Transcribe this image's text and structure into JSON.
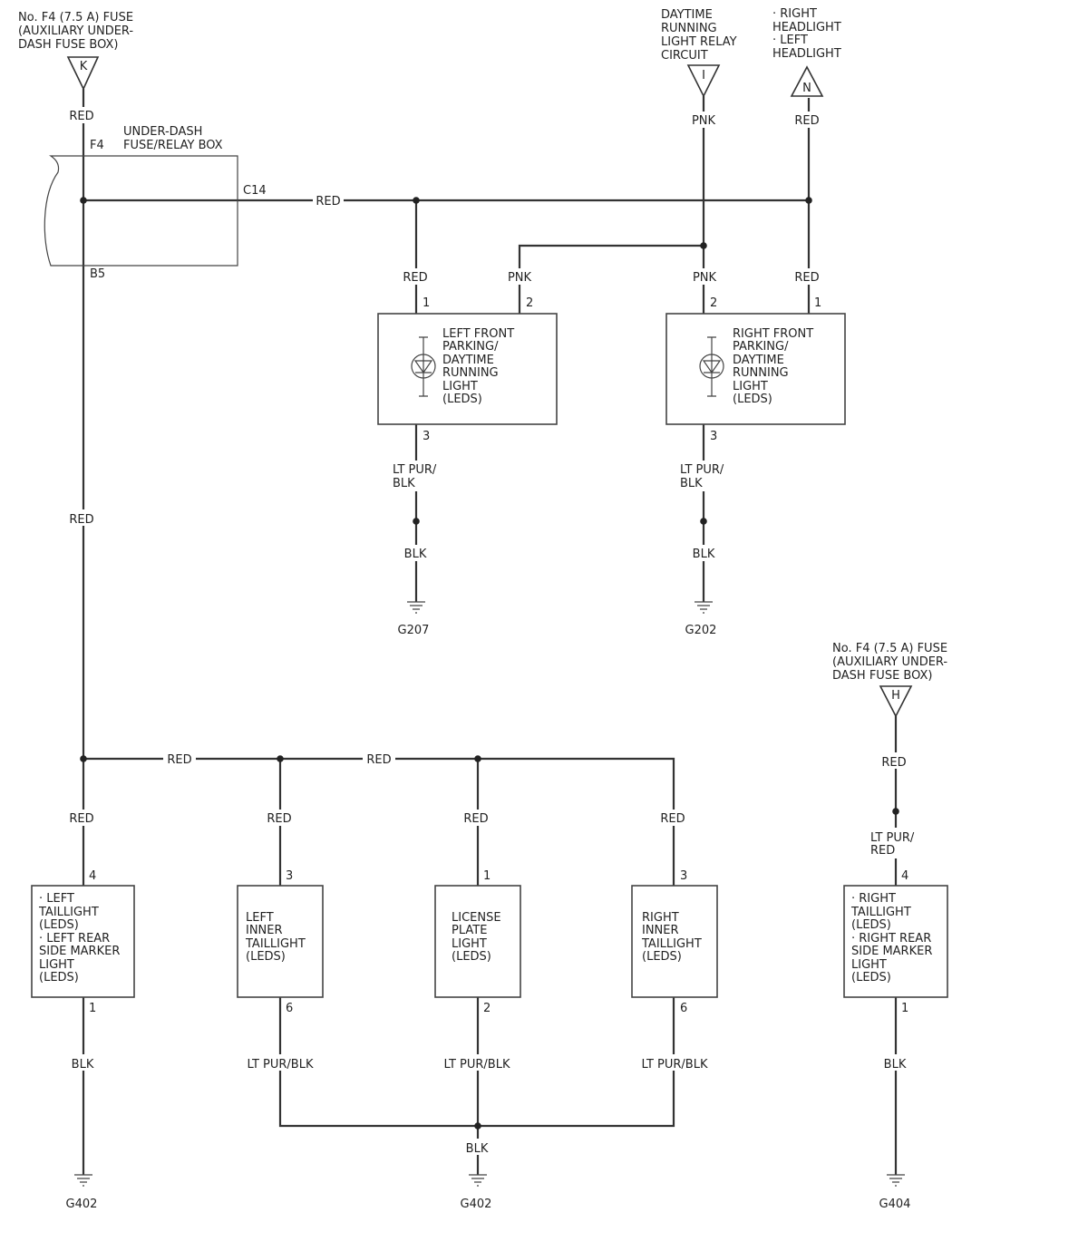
{
  "colors": {
    "wire": "#333333",
    "text": "#222222",
    "background": "#ffffff"
  },
  "sources": {
    "fuse_k": {
      "lines": [
        "No. F4 (7.5 A) FUSE",
        "(AUXILIARY UNDER-",
        "DASH FUSE BOX)"
      ],
      "letter": "K"
    },
    "drl_relay": {
      "lines": [
        "DAYTIME",
        "RUNNING",
        "LIGHT RELAY",
        "CIRCUIT"
      ],
      "letter": "I"
    },
    "headlights": {
      "lines": [
        "· RIGHT",
        "HEADLIGHT",
        "· LEFT",
        "HEADLIGHT"
      ],
      "letter": "N"
    },
    "fuse_h": {
      "lines": [
        "No. F4 (7.5 A) FUSE",
        "(AUXILIARY UNDER-",
        "DASH FUSE BOX)"
      ],
      "letter": "H"
    }
  },
  "fuse_relay_box": {
    "lines": [
      "UNDER-DASH",
      "FUSE/RELAY BOX"
    ],
    "pin_top": "F4",
    "pin_out": "C14",
    "pin_bottom": "B5"
  },
  "wire_labels": {
    "k_out": "RED",
    "bus_top": "RED",
    "drl_out": "PNK",
    "hl_out": "RED",
    "lf_pin1": "RED",
    "lf_pin2": "PNK",
    "rf_pin2": "PNK",
    "rf_pin1": "RED",
    "lf_pin3": [
      "LT PUR/",
      "BLK"
    ],
    "rf_pin3": [
      "LT PUR/",
      "BLK"
    ],
    "lf_ground": "BLK",
    "rf_ground": "BLK",
    "main_red": "RED",
    "bus_bottom_1": "RED",
    "bus_bottom_2": "RED",
    "lt_in": "RED",
    "lit_in": "RED",
    "lp_in": "RED",
    "rit_in": "RED",
    "lt_out": "BLK",
    "lit_out": "LT PUR/BLK",
    "lp_out": "LT PUR/BLK",
    "rit_out": "LT PUR/BLK",
    "rear_ground": "BLK",
    "h_out": "RED",
    "rt_in": [
      "LT PUR/",
      "RED"
    ],
    "rt_out": "BLK"
  },
  "components": {
    "left_front_drl": {
      "lines": [
        "LEFT FRONT",
        "PARKING/",
        "DAYTIME",
        "RUNNING",
        "LIGHT",
        "(LEDS)"
      ],
      "pins": [
        "1",
        "2",
        "3"
      ]
    },
    "right_front_drl": {
      "lines": [
        "RIGHT FRONT",
        "PARKING/",
        "DAYTIME",
        "RUNNING",
        "LIGHT",
        "(LEDS)"
      ],
      "pins": [
        "2",
        "1",
        "3"
      ]
    },
    "left_taillight": {
      "lines": [
        "· LEFT",
        "TAILLIGHT",
        "(LEDS)",
        "· LEFT REAR",
        "SIDE MARKER",
        "LIGHT",
        "(LEDS)"
      ],
      "pins": [
        "4",
        "1"
      ]
    },
    "left_inner_taillight": {
      "lines": [
        "LEFT",
        "INNER",
        "TAILLIGHT",
        "(LEDS)"
      ],
      "pins": [
        "3",
        "6"
      ]
    },
    "license_plate_light": {
      "lines": [
        "LICENSE",
        "PLATE",
        "LIGHT",
        "(LEDS)"
      ],
      "pins": [
        "1",
        "2"
      ]
    },
    "right_inner_taillight": {
      "lines": [
        "RIGHT",
        "INNER",
        "TAILLIGHT",
        "(LEDS)"
      ],
      "pins": [
        "3",
        "6"
      ]
    },
    "right_taillight": {
      "lines": [
        "· RIGHT",
        "TAILLIGHT",
        "(LEDS)",
        "· RIGHT REAR",
        "SIDE MARKER",
        "LIGHT",
        "(LEDS)"
      ],
      "pins": [
        "4",
        "1"
      ]
    }
  },
  "grounds": {
    "g207": "G207",
    "g202": "G202",
    "g402_left": "G402",
    "g402_center": "G402",
    "g404": "G404"
  }
}
